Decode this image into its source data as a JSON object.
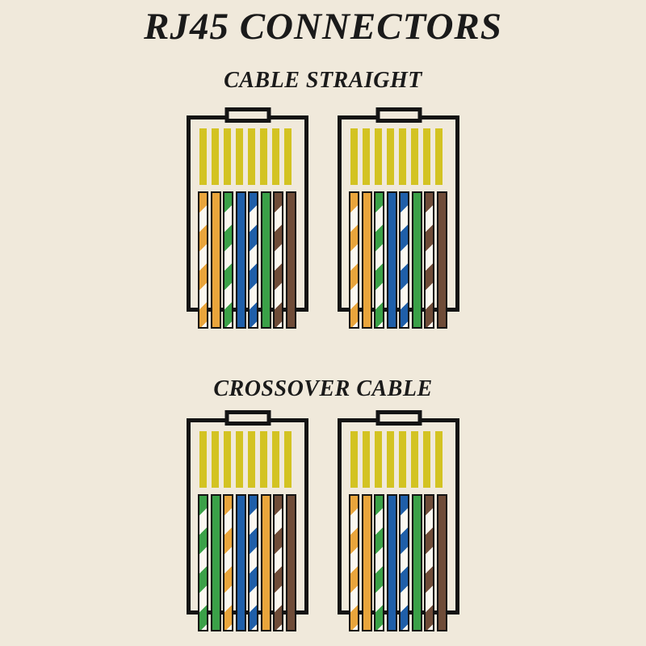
{
  "title": "RJ45 CONNECTORS",
  "sections": [
    {
      "label": "CABLE STRAIGHT",
      "connectors": [
        {
          "wires": [
            "orange-white",
            "orange",
            "green-white",
            "blue",
            "blue-white",
            "green",
            "brown-white",
            "brown"
          ]
        },
        {
          "wires": [
            "orange-white",
            "orange",
            "green-white",
            "blue",
            "blue-white",
            "green",
            "brown-white",
            "brown"
          ]
        }
      ]
    },
    {
      "label": "CROSSOVER CABLE",
      "connectors": [
        {
          "wires": [
            "green-white",
            "green",
            "orange-white",
            "blue",
            "blue-white",
            "orange",
            "brown-white",
            "brown"
          ]
        },
        {
          "wires": [
            "orange-white",
            "orange",
            "green-white",
            "blue",
            "blue-white",
            "green",
            "brown-white",
            "brown"
          ]
        }
      ]
    }
  ],
  "pins_per_connector": 8,
  "colors": {
    "background": "#F0E9DB",
    "outline": "#141414",
    "text": "#1A1A1A",
    "pin_yellow": "#D3C322",
    "orange": "#E9A53C",
    "green": "#3BA148",
    "blue": "#1F5FA9",
    "brown": "#6F4C38",
    "stripe_white": "#FCF9F1"
  }
}
